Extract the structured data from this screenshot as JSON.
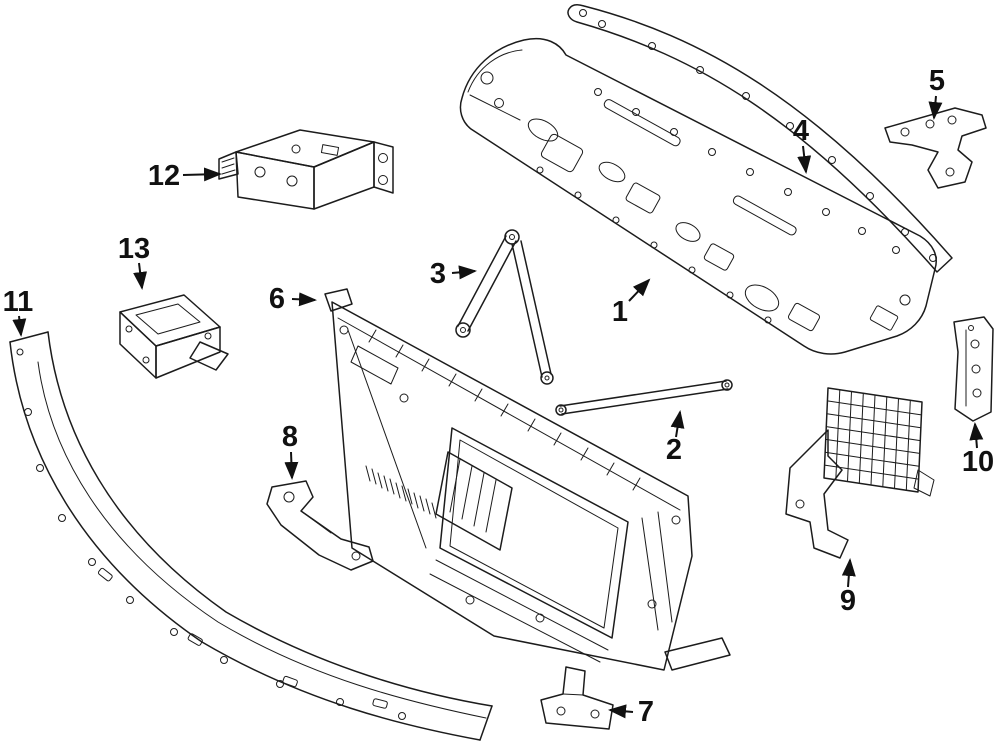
{
  "diagram": {
    "colors": {
      "background": "#ffffff",
      "line": "#1c1c1c",
      "label": "#111111"
    },
    "callouts": [
      {
        "label": "1",
        "part": "cowl-top-panel"
      },
      {
        "label": "2",
        "part": "diagonal-support-rod"
      },
      {
        "label": "3",
        "part": "v-brace"
      },
      {
        "label": "4",
        "part": "upper-reinforcement-bar"
      },
      {
        "label": "5",
        "part": "upper-corner-bracket"
      },
      {
        "label": "6",
        "part": "radiator-support-panel"
      },
      {
        "label": "7",
        "part": "lower-bracket"
      },
      {
        "label": "8",
        "part": "side-bracket"
      },
      {
        "label": "9",
        "part": "mesh-mount-bracket"
      },
      {
        "label": "10",
        "part": "side-plate-bracket"
      },
      {
        "label": "11",
        "part": "front-impact-bar"
      },
      {
        "label": "12",
        "part": "box-mount-bracket"
      },
      {
        "label": "13",
        "part": "frame-mount-bracket"
      }
    ]
  }
}
